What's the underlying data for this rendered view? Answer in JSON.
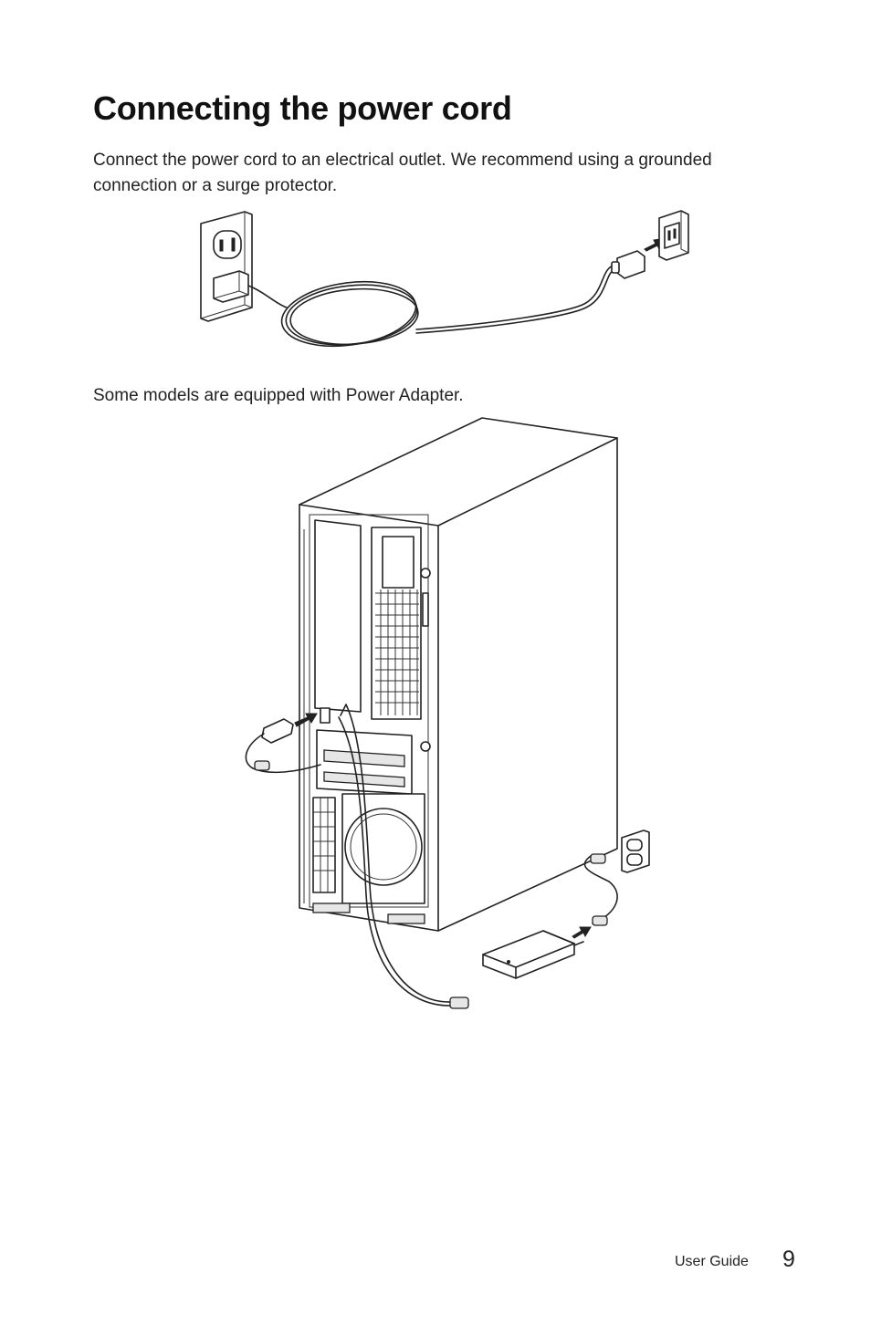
{
  "page": {
    "title": "Connecting the power cord",
    "intro": "Connect the power cord to an electrical outlet. We recommend using a grounded connection or a surge protector.",
    "adapter_note": "Some models are equipped with Power Adapter."
  },
  "footer": {
    "label": "User Guide",
    "page_number": "9"
  }
}
